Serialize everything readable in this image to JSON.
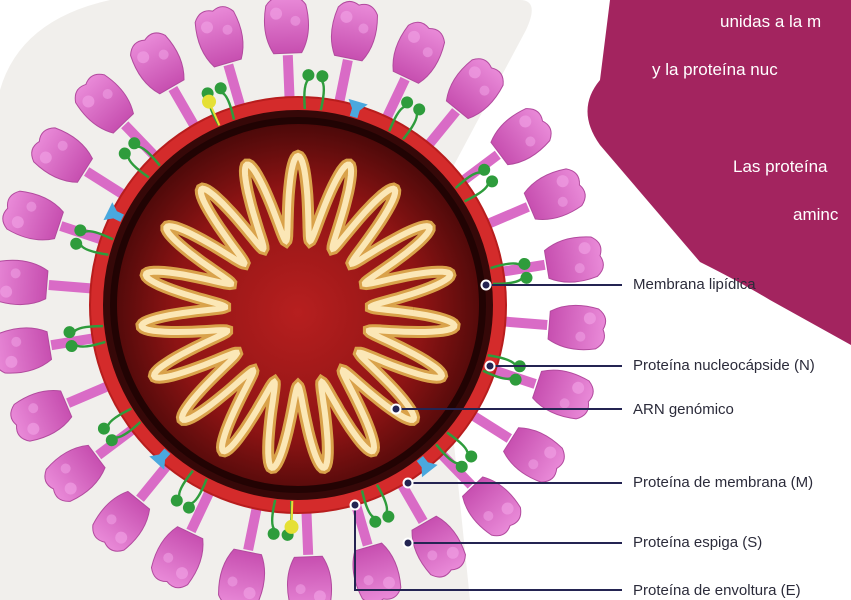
{
  "panel": {
    "line1": "unidas a la m",
    "line2": "y la proteína nuc",
    "line3": "Las  proteína",
    "line4": "aminc"
  },
  "labels": {
    "lipid_membrane": "Membrana lipídica",
    "nucleocapsid_protein": "Proteína nucleocápside (N)",
    "genomic_rna": "ARN genómico",
    "membrane_protein": "Proteína de membrana (M)",
    "spike_protein": "Proteína espiga (S)",
    "envelope_protein": "Proteína de envoltura (E)"
  },
  "colors": {
    "panel": "#a3245f",
    "background_shape": "#f1efec",
    "membrane": "#d42b2b",
    "core": "#8e1414",
    "spike": "#d96bc6",
    "m_protein": "#2e9c3c",
    "n_protein": "#4aa8de",
    "e_protein": "#e5e035",
    "rna": "#fbe7b6",
    "leader": "#242452"
  }
}
